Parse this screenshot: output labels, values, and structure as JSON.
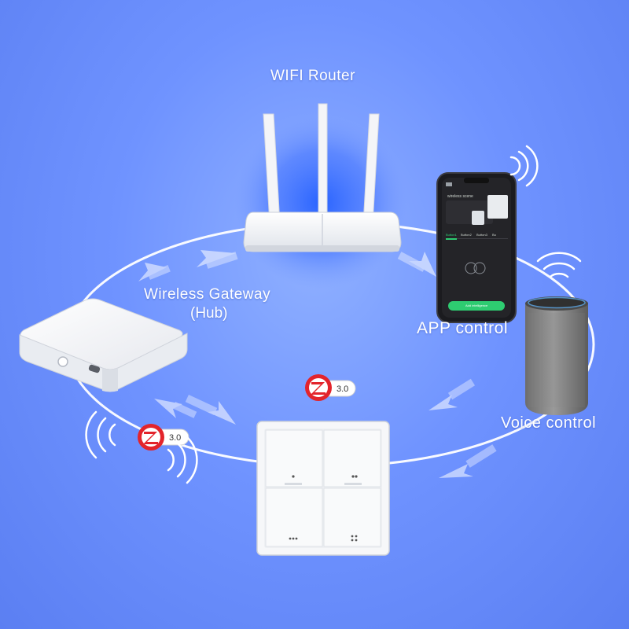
{
  "labels": {
    "router": "WIFI Router",
    "gateway": "Wireless Gateway",
    "hub": "(Hub)",
    "app": "APP control",
    "voice": "Voice control"
  },
  "badges": {
    "version": "3.0"
  },
  "phone": {
    "scene_title": "wireless scene",
    "tabs": [
      "Button1",
      "Button2",
      "Button3",
      "Bu"
    ],
    "action_button": "Add intelligence"
  },
  "colors": {
    "background": "#6f93ff",
    "zigbee_red": "#e3242b",
    "phone_accent": "#2ecc71"
  },
  "icons": [
    "router-icon",
    "gateway-hub-icon",
    "smartphone-icon",
    "smart-speaker-icon",
    "scene-switch-icon",
    "zigbee-badge-icon",
    "wifi-signal-icon"
  ]
}
